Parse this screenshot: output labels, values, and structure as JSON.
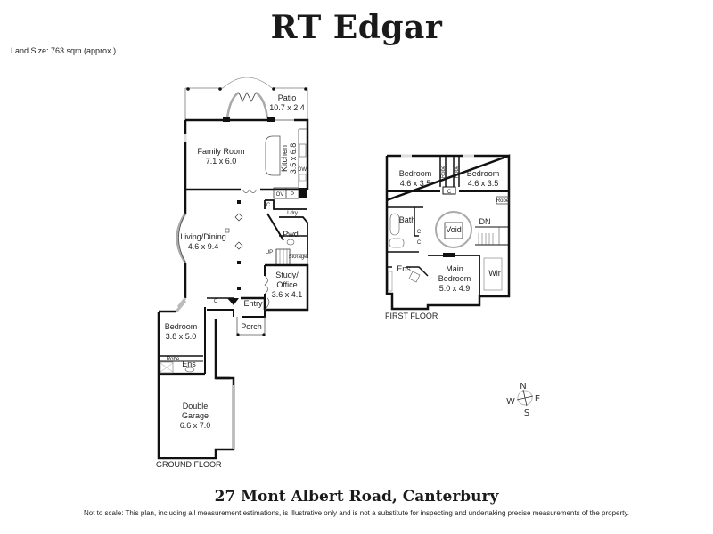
{
  "header": {
    "brand": "RT Edgar",
    "land_size": "Land Size: 763 sqm (approx.)"
  },
  "ground_floor": {
    "label": "GROUND FLOOR",
    "rooms": {
      "patio": {
        "name": "Patio",
        "size": "10.7 x 2.4"
      },
      "family_room": {
        "name": "Family Room",
        "size": "7.1 x 6.0"
      },
      "kitchen": {
        "name": "Kitchen",
        "size": "3.5 x 6.8"
      },
      "living_dining": {
        "name": "Living/Dining",
        "size": "4.6 x 9.4"
      },
      "study": {
        "name1": "Study/",
        "name2": "Office",
        "size": "3.6 x 4.1"
      },
      "entry": {
        "name": "Entry"
      },
      "porch": {
        "name": "Porch"
      },
      "bedroom": {
        "name": "Bedroom",
        "size": "3.8 x 5.0"
      },
      "robe": {
        "name": "Robe"
      },
      "ens": {
        "name": "Ens"
      },
      "garage": {
        "name1": "Double",
        "name2": "Garage",
        "size": "6.6 x 7.0"
      },
      "pwd": {
        "name": "Pwd"
      },
      "ldry": {
        "name": "Ldry"
      },
      "storage": {
        "name": "Storage"
      },
      "ov": {
        "name": "OV"
      },
      "p": {
        "name": "P"
      },
      "dw": {
        "name": "DW"
      },
      "c1": {
        "name": "C"
      },
      "c2": {
        "name": "C"
      },
      "up": {
        "name": "UP"
      }
    }
  },
  "first_floor": {
    "label": "FIRST FLOOR",
    "rooms": {
      "bedroom1": {
        "name": "Bedroom",
        "size": "4.6 x 3.5"
      },
      "bedroom2": {
        "name": "Bedroom",
        "size": "4.6 x 3.5"
      },
      "robe1": {
        "name": "Robe"
      },
      "robe2": {
        "name": "Robe"
      },
      "robe3": {
        "name": "Robe"
      },
      "c": {
        "name": "C"
      },
      "c2": {
        "name": "C"
      },
      "c3": {
        "name": "C"
      },
      "bath": {
        "name": "Bath"
      },
      "void": {
        "name": "Void"
      },
      "dn": {
        "name": "DN"
      },
      "ens": {
        "name": "Ens"
      },
      "main_bedroom": {
        "name1": "Main",
        "name2": "Bedroom",
        "size": "5.0 x 4.9"
      },
      "wir": {
        "name": "Wir"
      }
    }
  },
  "compass": {
    "n": "N",
    "e": "E",
    "s": "S",
    "w": "W"
  },
  "footer": {
    "address": "27 Mont Albert Road, Canterbury",
    "disclaimer": "Not to scale: This plan, including all measurement estimations, is illustrative only and is not a substitute for inspecting and  undertaking precise measurements of the property."
  }
}
